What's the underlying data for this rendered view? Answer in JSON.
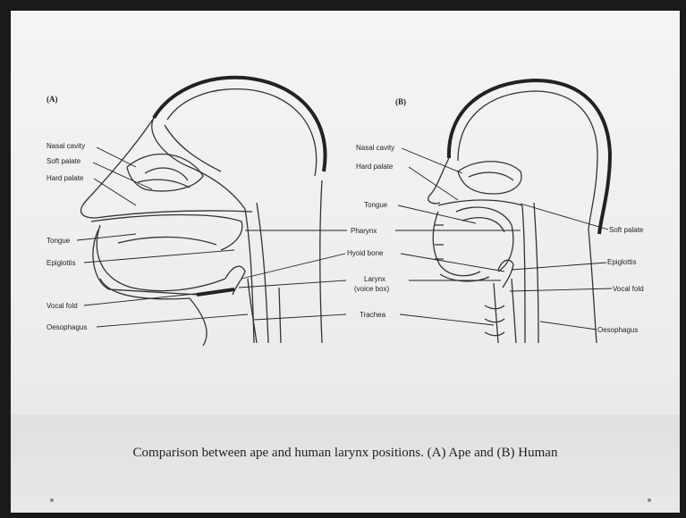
{
  "panels": {
    "a": "(A)",
    "b": "(B)"
  },
  "labels": {
    "a_nasal_cavity": "Nasal cavity",
    "a_soft_palate": "Soft palate",
    "a_hard_palate": "Hard palate",
    "a_tongue": "Tongue",
    "a_epiglottis": "Epiglottis",
    "a_vocal_fold": "Vocal fold",
    "a_oesophagus": "Oesophagus",
    "b_nasal_cavity": "Nasal cavity",
    "b_hard_palate": "Hard palate",
    "b_tongue": "Tongue",
    "b_soft_palate": "Soft palate",
    "b_epiglottis": "Epiglottis",
    "b_vocal_fold": "Vocal fold",
    "b_oesophagus": "Oesophagus",
    "pharynx": "Pharynx",
    "hyoid_bone": "Hyoid bone",
    "larynx_1": "Larynx",
    "larynx_2": "(voice box)",
    "trachea": "Trachea"
  },
  "caption": "Comparison between ape and human larynx positions. (A) Ape and (B) Human"
}
